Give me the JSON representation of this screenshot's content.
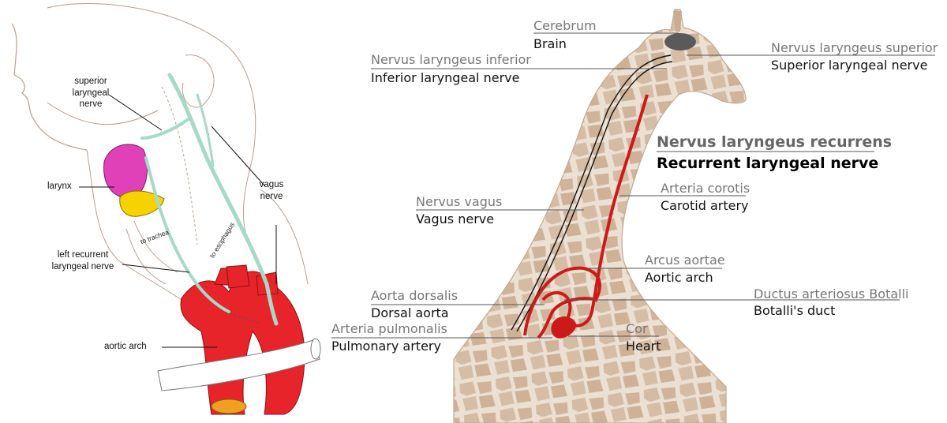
{
  "human_panel": {
    "superior_laryngeal_nerve": [
      "superior",
      "laryngeal",
      "nerve"
    ],
    "larynx": "larynx",
    "vagus_nerve": [
      "vagus",
      "nerve"
    ],
    "to_trachea": "to trachea",
    "to_esophagus": "to esophagus",
    "left_recurrent_laryngeal_nerve": [
      "left recurrent",
      "laryngeal nerve"
    ],
    "aortic_arch": "aortic arch"
  },
  "giraffe_panel": {
    "cerebrum": "Cerebrum",
    "brain": "Brain",
    "nervus_laryngeus_superior": "Nervus laryngeus superior",
    "superior_laryngeal_nerve": "Superior laryngeal nerve",
    "nervus_laryngeus_inferior": "Nervus laryngeus inferior",
    "inferior_laryngeal_nerve": "Inferior laryngeal nerve",
    "nervus_laryngeus_recurrens": "Nervus laryngeus recurrens",
    "recurrent_laryngeal_nerve": "Recurrent laryngeal nerve",
    "arteria_corotis": "Arteria corotis",
    "carotid_artery": "Carotid artery",
    "nervus_vagus": "Nervus vagus",
    "vagus_nerve": "Vagus nerve",
    "arcus_aortae": "Arcus aortae",
    "aortic_arch": "Aortic arch",
    "aorta_dorsalis": "Aorta dorsalis",
    "dorsal_aorta": "Dorsal aorta",
    "ductus_arteriosus_botalli": "Ductus arteriosus Botalli",
    "botallis_duct": "Botalli's duct",
    "arteria_pulmonalis": "Arteria pulmonalis",
    "pulmonary_artery": "Pulmonary artery",
    "cor": "Cor",
    "heart": "Heart"
  },
  "colors": {
    "nerve_teal": "#a6d9c8",
    "aorta_red": "#e8242b",
    "larynx_magenta": "#e040b8",
    "thyroid_yellow": "#f5d200",
    "giraffe_body": "#e6d6c5",
    "giraffe_patch": "#c9ad92",
    "nerve_red": "#cc1a1a",
    "brain_gray": "#5a5a5a"
  }
}
